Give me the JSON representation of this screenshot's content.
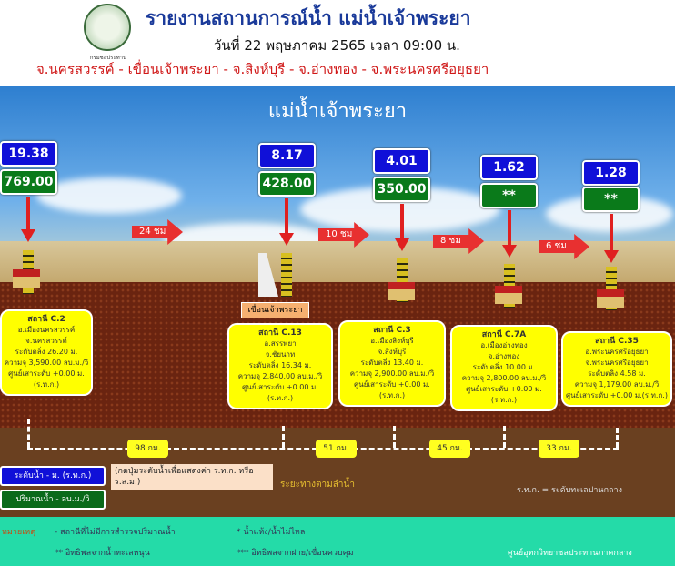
{
  "header": {
    "logo_caption": "กรมชลประทาน",
    "title": "รายงานสถานการณ์น้ำ แม่น้ำเจ้าพระยา",
    "date": "วันที่ 22 พฤษภาคม 2565 เวลา 09:00 น.",
    "route": "จ.นครสวรรค์ - เขื่อนเจ้าพระยา - จ.สิงห์บุรี - จ.อ่างทอง - จ.พระนครศรีอยุธยา"
  },
  "river_title": "แม่น้ำเจ้าพระยา",
  "stations": [
    {
      "level": "19.38",
      "flow": "769.00",
      "name": "สถานี C.2",
      "district": "อ.เมืองนครสวรรค์",
      "province": "จ.นครสวรรค์",
      "bank": "ระดับตลิ่ง 26.20 ม.",
      "capacity": "ความจุ 3,590.00 ลบ.ม./วิ",
      "zero": "ศูนย์เสาระดับ +0.00 ม.(ร.ท.ก.)"
    },
    {
      "level": "8.17",
      "flow": "428.00",
      "name": "สถานี C.13",
      "district": "อ.สรรพยา",
      "province": "จ.ชัยนาท",
      "bank": "ระดับตลิ่ง 16.34 ม.",
      "capacity": "ความจุ 2,840.00 ลบ.ม./วิ",
      "zero": "ศูนย์เสาระดับ +0.00 ม.(ร.ท.ก.)"
    },
    {
      "level": "4.01",
      "flow": "350.00",
      "name": "สถานี C.3",
      "district": "อ.เมืองสิงห์บุรี",
      "province": "จ.สิงห์บุรี",
      "bank": "ระดับตลิ่ง 13.40 ม.",
      "capacity": "ความจุ 2,900.00 ลบ.ม./วิ",
      "zero": "ศูนย์เสาระดับ +0.00 ม.(ร.ท.ก.)"
    },
    {
      "level": "1.62",
      "flow": "**",
      "name": "สถานี C.7A",
      "district": "อ.เมืองอ่างทอง",
      "province": "จ.อ่างทอง",
      "bank": "ระดับตลิ่ง 10.00 ม.",
      "capacity": "ความจุ 2,800.00 ลบ.ม./วิ",
      "zero": "ศูนย์เสาระดับ +0.00 ม.(ร.ท.ก.)"
    },
    {
      "level": "1.28",
      "flow": "**",
      "name": "สถานี C.35",
      "district": "อ.พระนครศรีอยุธยา",
      "province": "จ.พระนครศรีอยุธยา",
      "bank": "ระดับตลิ่ง 4.58 ม.",
      "capacity": "ความจุ 1,179.00 ลบ.ม./วิ",
      "zero": "ศูนย์เสาระดับ +0.00 ม.(ร.ท.ก.)"
    }
  ],
  "travel_times": [
    "24 ชม",
    "10 ชม",
    "8 ชม",
    "6 ชม"
  ],
  "distances": [
    "98 กม.",
    "51 กม.",
    "45 กม.",
    "33 กม."
  ],
  "dam_label": "เขื่อนเจ้าพระยา",
  "legend": {
    "level_button": "ระดับน้ำ - ม. (ร.ท.ก.)",
    "flow_button": "ปริมาณน้ำ - ลบ.ม./วิ",
    "hint": "(กดปุ่มระดับน้ำเพื่อแสดงค่า ร.ท.ก. หรือ ร.ส.ม.)",
    "distance_label": "ระยะทางตามลำน้ำ",
    "msl_note": "ร.ท.ก. = ระดับทะเลปานกลาง"
  },
  "footer": {
    "note_label": "หมายเหตุ",
    "n1": "-  สถานีที่ไม่มีการสำรวจปริมาณน้ำ",
    "n2": "*  น้ำแห้ง/น้ำไม่ไหล",
    "n3": "**  อิทธิพลจากน้ำทะเลหนุน",
    "n4": "***  อิทธิพลจากฝาย/เขื่อนควบคุม",
    "org": "ศูนย์อุทกวิทยาชลประทานภาคกลาง"
  }
}
